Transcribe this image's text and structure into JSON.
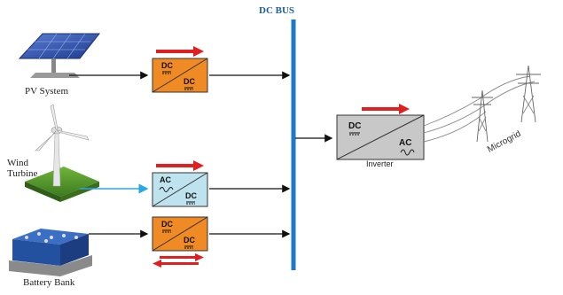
{
  "bus": {
    "label": "DC BUS"
  },
  "sources": {
    "pv": {
      "label": "PV System"
    },
    "wind": {
      "label": "Wind\nTurbine"
    },
    "battery": {
      "label": "Battery Bank"
    }
  },
  "converters": {
    "pv_dcdc": {
      "in": "DC",
      "out": "DC"
    },
    "wind_acdc": {
      "in": "AC",
      "out": "DC"
    },
    "batt_dcdc": {
      "in": "DC",
      "out": "DC"
    },
    "inverter": {
      "in": "DC",
      "out": "AC",
      "label": "Inverter"
    }
  },
  "grid": {
    "label": "Microgrid"
  },
  "colors": {
    "bus": "#1f78c8",
    "dcdc_box": "#f08a24",
    "acdc_box": "#bfe3ee",
    "inverter_box": "#c8c8c8",
    "flow_arrow": "#e02020",
    "wind_link": "#2aa8e0"
  }
}
